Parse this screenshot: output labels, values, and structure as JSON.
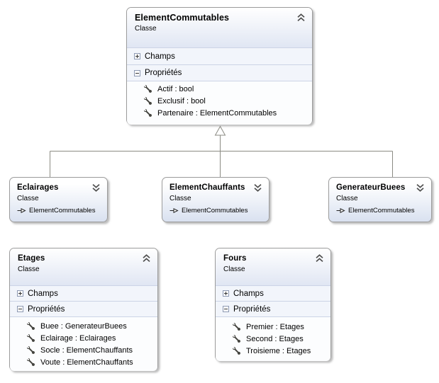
{
  "diagram_type": "class-diagram",
  "colors": {
    "box_border": "#9b9b9b",
    "header_gradient_top": "#ffffff",
    "header_gradient_bottom": "#e0e6f3",
    "section_row_bg": "#f2f5fb",
    "divider": "#ccd4e6",
    "connector": "#8b8b83",
    "text": "#000000"
  },
  "icons": {
    "collapse": "chevron-double-up",
    "expand": "chevron-double-down",
    "field_section_toggle": "plus-box",
    "property_section_toggle": "minus-box",
    "property": "wrench",
    "inheritance_inline": "dash-hollow-arrow-right",
    "inheritance_connector": "hollow-triangle-up"
  },
  "classes": [
    {
      "title": "ElementCommutables",
      "stereotype": "Classe",
      "collapse_icon": "chevron-double-up",
      "sections": [
        {
          "label": "Champs",
          "expanded": false,
          "items": []
        },
        {
          "label": "Propriétés",
          "expanded": true,
          "items": [
            "Actif : bool",
            "Exclusif : bool",
            "Partenaire : ElementCommutables"
          ]
        }
      ]
    },
    {
      "title": "Eclairages",
      "stereotype": "Classe",
      "base_type": "ElementCommutables",
      "collapse_icon": "chevron-double-down"
    },
    {
      "title": "ElementChauffants",
      "stereotype": "Classe",
      "base_type": "ElementCommutables",
      "collapse_icon": "chevron-double-down"
    },
    {
      "title": "GenerateurBuees",
      "stereotype": "Classe",
      "base_type": "ElementCommutables",
      "collapse_icon": "chevron-double-down"
    },
    {
      "title": "Etages",
      "stereotype": "Classe",
      "collapse_icon": "chevron-double-up",
      "sections": [
        {
          "label": "Champs",
          "expanded": false,
          "items": []
        },
        {
          "label": "Propriétés",
          "expanded": true,
          "items": [
            "Buee : GenerateurBuees",
            "Eclairage : Eclairages",
            "Socle : ElementChauffants",
            "Voute : ElementChauffants"
          ]
        }
      ]
    },
    {
      "title": "Fours",
      "stereotype": "Classe",
      "collapse_icon": "chevron-double-up",
      "sections": [
        {
          "label": "Champs",
          "expanded": false,
          "items": []
        },
        {
          "label": "Propriétés",
          "expanded": true,
          "items": [
            "Premier : Etages",
            "Second : Etages",
            "Troisieme : Etages"
          ]
        }
      ]
    }
  ],
  "relationships": [
    {
      "type": "inheritance",
      "from": "Eclairages",
      "to": "ElementCommutables"
    },
    {
      "type": "inheritance",
      "from": "ElementChauffants",
      "to": "ElementCommutables"
    },
    {
      "type": "inheritance",
      "from": "GenerateurBuees",
      "to": "ElementCommutables"
    }
  ]
}
